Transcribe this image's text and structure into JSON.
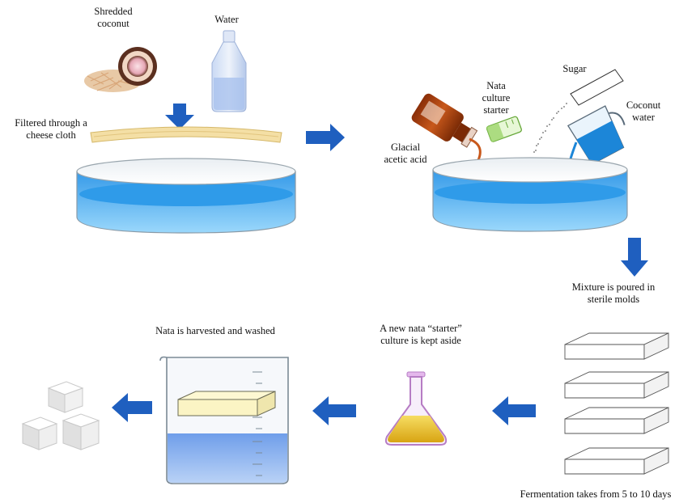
{
  "labels": {
    "shredded_coconut": "Shredded\ncoconut",
    "water": "Water",
    "filtered": "Filtered through a\ncheese cloth",
    "nata_starter": "Nata\nculture\nstarter",
    "sugar": "Sugar",
    "coconut_water": "Coconut\nwater",
    "glacial": "Glacial\nacetic acid",
    "mixture": "Mixture  is poured in\nsterile molds",
    "fermentation": "Fermentation  takes from 5 to 10 days",
    "new_starter": "A new nata “starter”\nculture  is kept aside",
    "harvested": "Nata is harvested and washed"
  },
  "colors": {
    "arrow": "#1f5fbf",
    "water_blue": "#3ba6f0",
    "liquid_yellow": "#e8c02a",
    "beaker_liquid": "#7aa6ee"
  },
  "icons": [
    "coconut-icon",
    "water-bottle-icon",
    "cheese-cloth-icon",
    "dish-icon",
    "acetic-acid-bottle-icon",
    "starter-tube-icon",
    "sugar-packet-icon",
    "coconut-water-beaker-icon",
    "mold-icon",
    "flask-icon",
    "beaker-icon",
    "nata-cubes-icon"
  ]
}
